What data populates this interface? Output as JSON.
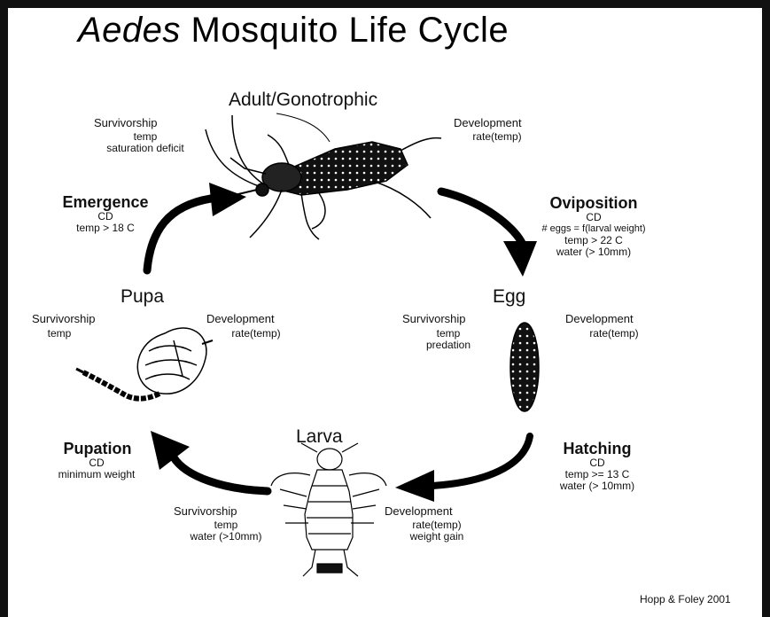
{
  "title": {
    "italic": "Aedes",
    "rest": "Mosquito Life Cycle"
  },
  "adult": {
    "stage": "Adult/Gonotrophic",
    "left_title": "Survivorship",
    "left_lines": [
      "temp",
      "saturation deficit"
    ],
    "right_title": "Development",
    "right_lines": [
      "rate(temp)"
    ]
  },
  "emergence": {
    "label": "Emergence",
    "lines": [
      "CD",
      "temp > 18 C"
    ]
  },
  "oviposition": {
    "label": "Oviposition",
    "lines": [
      "CD",
      "# eggs = f(larval weight)",
      "temp > 22 C",
      "water (> 10mm)"
    ]
  },
  "pupa": {
    "stage": "Pupa",
    "left_title": "Survivorship",
    "left_lines": [
      "temp"
    ],
    "right_title": "Development",
    "right_lines": [
      "rate(temp)"
    ]
  },
  "egg": {
    "stage": "Egg",
    "left_title": "Survivorship",
    "left_lines": [
      "temp",
      "predation"
    ],
    "right_title": "Development",
    "right_lines": [
      "rate(temp)"
    ]
  },
  "pupation": {
    "label": "Pupation",
    "lines": [
      "CD",
      "minimum weight"
    ]
  },
  "hatching": {
    "label": "Hatching",
    "lines": [
      "CD",
      "temp >= 13 C",
      "water (> 10mm)"
    ]
  },
  "larva": {
    "stage": "Larva",
    "left_title": "Survivorship",
    "left_lines": [
      "temp",
      "water (>10mm)"
    ],
    "right_title": "Development",
    "right_lines": [
      "rate(temp)",
      "weight gain"
    ]
  },
  "credit": "Hopp & Foley 2001"
}
